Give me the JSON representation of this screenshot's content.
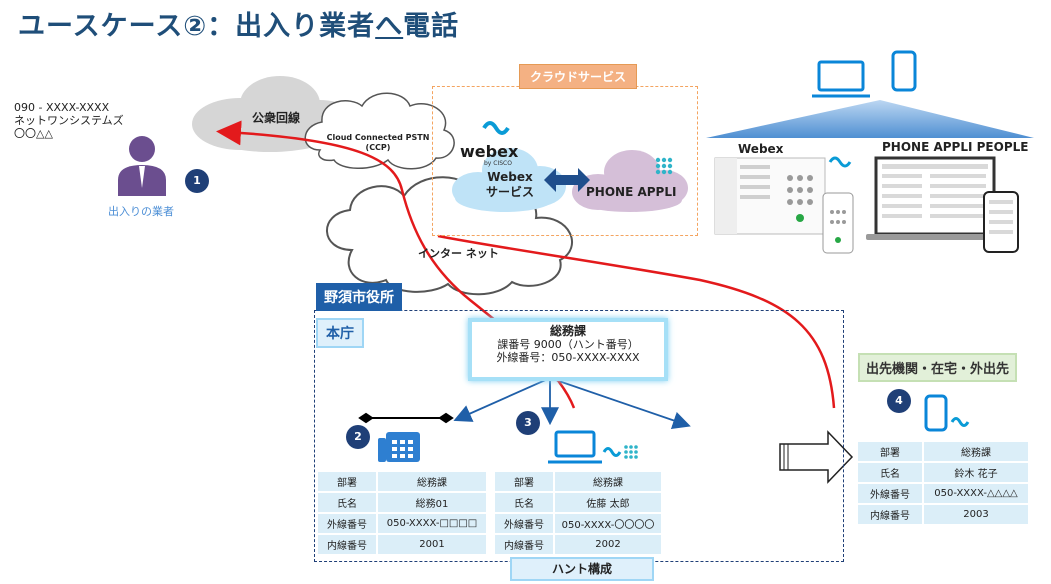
{
  "title": {
    "prefix": "ユースケース②：出入り業者",
    "underlined": "へ",
    "suffix": "電話"
  },
  "caller": {
    "phone": "090 - XXXX-XXXX",
    "company": "ネットワンシステムズ",
    "name": "〇〇△△",
    "label": "出入りの業者"
  },
  "clouds": {
    "public_line": "公衆回線",
    "ccp_line1": "Cloud Connected PSTN",
    "ccp_line2": "(CCP)",
    "internet": "インター ネット"
  },
  "cloud_service": {
    "tag": "クラウドサービス",
    "webex_logo": "webex",
    "webex_by": "by CISCO",
    "webex_service_line1": "Webex",
    "webex_service_line2": "サービス",
    "phone_appli": "PHONE APPLI"
  },
  "clients": {
    "webex_label": "Webex",
    "phone_appli_label": "PHONE APPLI PEOPLE"
  },
  "city": {
    "badge": "野須市役所",
    "office": "本庁",
    "hunt": "ハント構成"
  },
  "soumu": {
    "title": "総務課",
    "line1": "課番号 9000（ハント番号）",
    "line2": "外線番号：050-XXXX-XXXX"
  },
  "steps": {
    "s1": "1",
    "s2": "2",
    "s3": "3",
    "s4": "4"
  },
  "table_phone": {
    "rows": [
      {
        "k": "部署",
        "v": "総務課"
      },
      {
        "k": "氏名",
        "v": "総務01"
      },
      {
        "k": "外線番号",
        "v": "050-XXXX-□□□□"
      },
      {
        "k": "内線番号",
        "v": "2001"
      }
    ]
  },
  "table_pc": {
    "rows": [
      {
        "k": "部署",
        "v": "総務課"
      },
      {
        "k": "氏名",
        "v": "佐藤 太郎"
      },
      {
        "k": "外線番号",
        "v": "050-XXXX-〇〇〇〇"
      },
      {
        "k": "内線番号",
        "v": "2002"
      }
    ]
  },
  "remote": {
    "label": "出先機関・在宅・外出先",
    "rows": [
      {
        "k": "部署",
        "v": "総務課"
      },
      {
        "k": "氏名",
        "v": "鈴木 花子"
      },
      {
        "k": "外線番号",
        "v": "050-XXXX-△△△△"
      },
      {
        "k": "内線番号",
        "v": "2003"
      }
    ]
  },
  "colors": {
    "route": "#e31a1c",
    "navy": "#1f3f77",
    "accent": "#2e75b6"
  }
}
